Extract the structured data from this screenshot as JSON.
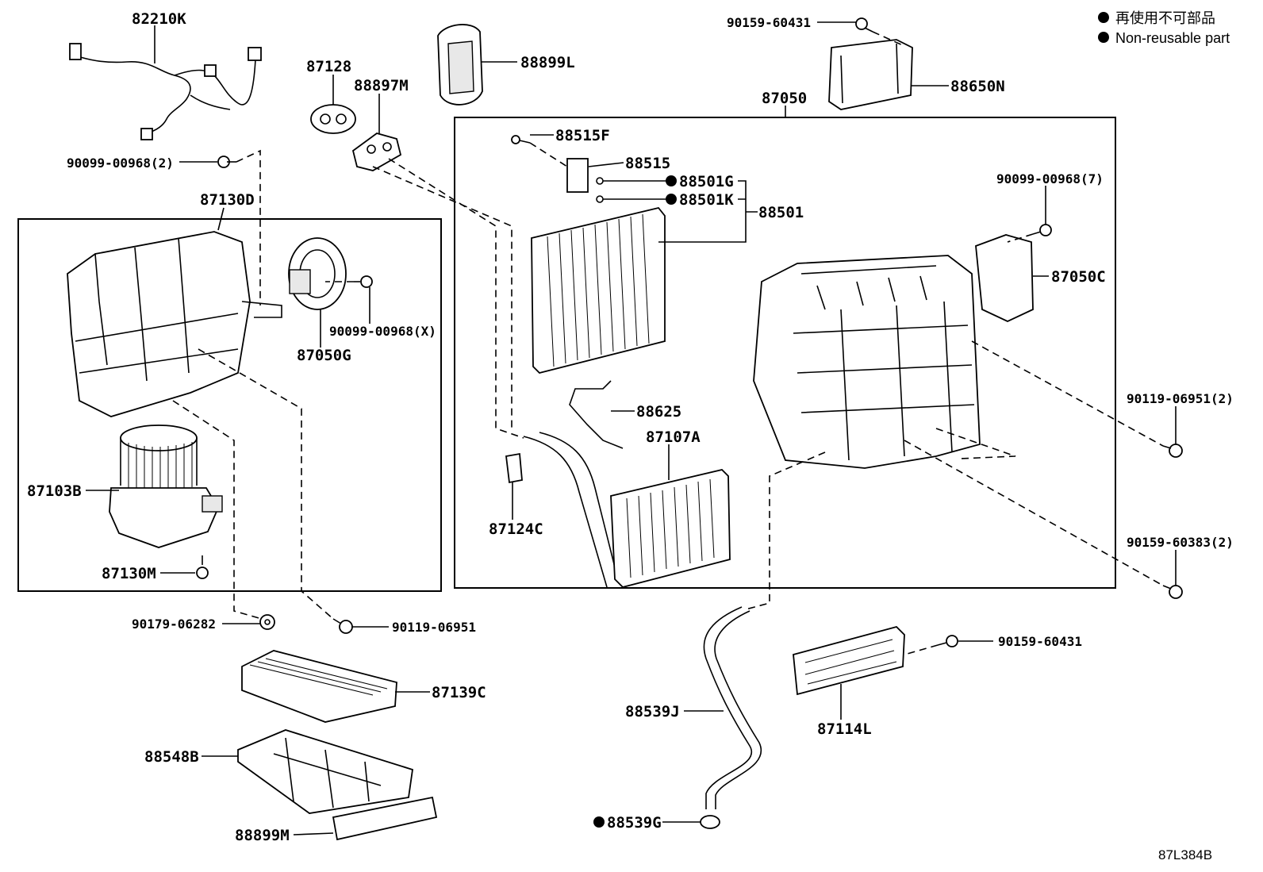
{
  "legend": {
    "line_jp": "再使用不可部品",
    "line_en": "Non-reusable part"
  },
  "reference_code": "87L384B",
  "parts": {
    "p82210K": "82210K",
    "p90099_00968_2": "90099-00968(2)",
    "p87130D": "87130D",
    "p87128": "87128",
    "p88897M": "88897M",
    "p88899L": "88899L",
    "p90159_60431_top": "90159-60431",
    "p88650N": "88650N",
    "p87050": "87050",
    "p88515F": "88515F",
    "p88515": "88515",
    "p88501G": "88501G",
    "p88501K": "88501K",
    "p88501": "88501",
    "p90099_00968_7": "90099-00968(7)",
    "p87050C": "87050C",
    "p90099_00968_X": "90099-00968(X)",
    "p87050G": "87050G",
    "p88625": "88625",
    "p87107A": "87107A",
    "p90119_06951_2": "90119-06951(2)",
    "p87103B": "87103B",
    "p87124C": "87124C",
    "p90159_60383_2": "90159-60383(2)",
    "p87130M": "87130M",
    "p90179_06282": "90179-06282",
    "p90119_06951": "90119-06951",
    "p90159_60431_bot": "90159-60431",
    "p87139C": "87139C",
    "p88539J": "88539J",
    "p87114L": "87114L",
    "p88548B": "88548B",
    "p88899M": "88899M",
    "p88539G": "88539G"
  }
}
